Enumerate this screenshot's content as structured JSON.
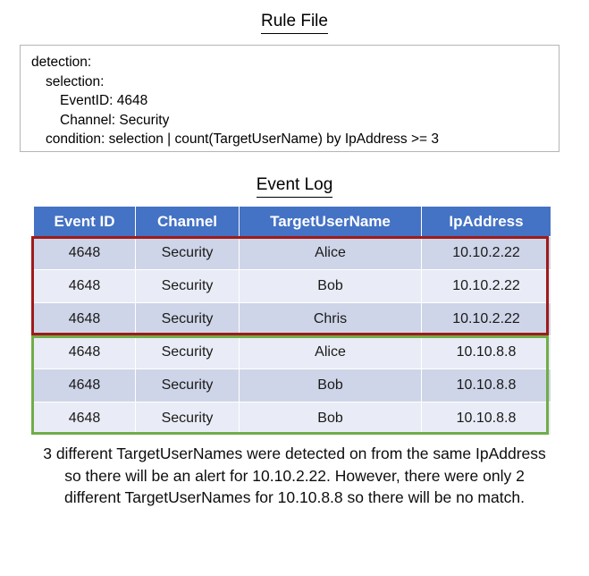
{
  "sections": {
    "rule_file_title": "Rule File",
    "event_log_title": "Event Log"
  },
  "rule_file": {
    "lines": [
      "detection:",
      "selection:",
      "EventID: 4648",
      "Channel: Security",
      "condition: selection | count(TargetUserName) by IpAddress >= 3"
    ],
    "line_0": "detection:",
    "line_1": "selection:",
    "line_2": "EventID: 4648",
    "line_3": "Channel: Security",
    "line_4": "condition: selection | count(TargetUserName) by IpAddress >= 3"
  },
  "event_log": {
    "columns": [
      "Event ID",
      "Channel",
      "TargetUserName",
      "IpAddress"
    ],
    "header": {
      "c0": "Event ID",
      "c1": "Channel",
      "c2": "TargetUserName",
      "c3": "IpAddress"
    },
    "rows": [
      {
        "event_id": "4648",
        "channel": "Security",
        "target_user_name": "Alice",
        "ip_address": "10.10.2.22"
      },
      {
        "event_id": "4648",
        "channel": "Security",
        "target_user_name": "Bob",
        "ip_address": "10.10.2.22"
      },
      {
        "event_id": "4648",
        "channel": "Security",
        "target_user_name": "Chris",
        "ip_address": "10.10.2.22"
      },
      {
        "event_id": "4648",
        "channel": "Security",
        "target_user_name": "Alice",
        "ip_address": "10.10.8.8"
      },
      {
        "event_id": "4648",
        "channel": "Security",
        "target_user_name": "Bob",
        "ip_address": "10.10.8.8"
      },
      {
        "event_id": "4648",
        "channel": "Security",
        "target_user_name": "Bob",
        "ip_address": "10.10.8.8"
      }
    ]
  },
  "highlights": {
    "match_group_color": "#9E1B1B",
    "nomatch_group_color": "#70AD47",
    "match_rows": [
      0,
      1,
      2
    ],
    "nomatch_rows": [
      3,
      4,
      5
    ]
  },
  "caption": {
    "text": "3 different TargetUserNames were detected on from the same IpAddress so there will be an alert for 10.10.2.22. However, there were only 2 different TargetUserNames for 10.10.8.8 so there will be no match."
  },
  "colors": {
    "header_blue": "#4472C4",
    "row_dark": "#CFD5E8",
    "row_light": "#E9ECF6",
    "box_border": "#B5B5B5"
  }
}
